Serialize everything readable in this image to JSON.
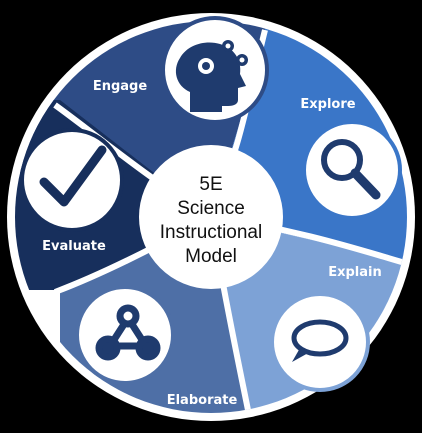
{
  "center": {
    "lines": [
      "5E",
      "Science",
      "Instructional",
      "Model"
    ]
  },
  "segments": [
    {
      "label": "Engage",
      "color": "#2E4C86",
      "icon": "head-gears-icon"
    },
    {
      "label": "Explore",
      "color": "#3A76C8",
      "icon": "magnifier-icon"
    },
    {
      "label": "Explain",
      "color": "#7DA2D6",
      "icon": "speech-bubble-icon"
    },
    {
      "label": "Elaborate",
      "color": "#4E6FA6",
      "icon": "nodes-icon"
    },
    {
      "label": "Evaluate",
      "color": "#172F5C",
      "icon": "checkmark-icon"
    }
  ],
  "colors": {
    "background": "#000000",
    "ring_border": "#FFFFFF",
    "icon_dark": "#1F3B6E",
    "center_fill": "#FFFFFF"
  }
}
